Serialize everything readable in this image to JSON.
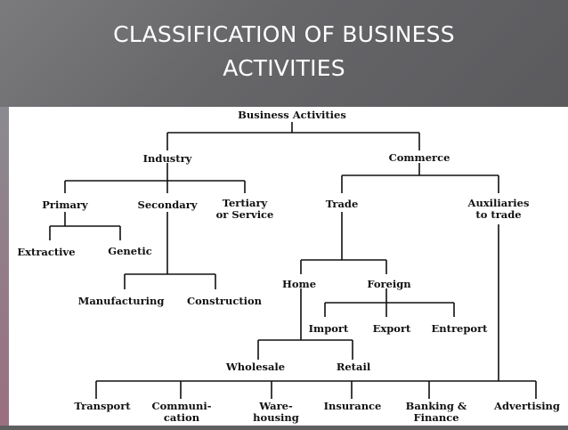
{
  "slide": {
    "title_line1": "CLASSIFICATION OF BUSINESS",
    "title_line2": "ACTIVITIES"
  },
  "diagram": {
    "root": "Business Activities",
    "industry": "Industry",
    "commerce": "Commerce",
    "primary": "Primary",
    "secondary": "Secondary",
    "tertiary_1": "Tertiary",
    "tertiary_2": "or Service",
    "trade": "Trade",
    "aux_1": "Auxiliaries",
    "aux_2": "to trade",
    "extractive": "Extractive",
    "genetic": "Genetic",
    "manufacturing": "Manufacturing",
    "construction": "Construction",
    "home": "Home",
    "foreign": "Foreign",
    "import": "Import",
    "export": "Export",
    "entreport": "Entreport",
    "wholesale": "Wholesale",
    "retail": "Retail",
    "transport": "Transport",
    "comm_1": "Communi-",
    "comm_2": "cation",
    "ware_1": "Ware-",
    "ware_2": "housing",
    "insurance": "Insurance",
    "bank_1": "Banking &",
    "bank_2": "Finance",
    "advertising": "Advertising"
  }
}
